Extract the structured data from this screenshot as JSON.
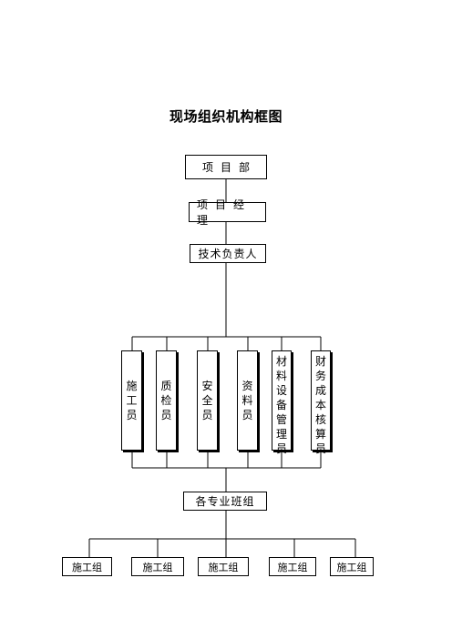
{
  "title": "现场组织机构框图",
  "nodes": {
    "project_dept": "项目部",
    "project_manager": "项目经理",
    "tech_lead": "技术负责人",
    "staff": [
      "施工员",
      "质检员",
      "安全员",
      "资料员",
      "材料设备管理员",
      "财务成本核算员"
    ],
    "teams_head": "各专业班组",
    "groups": [
      "施工组",
      "施工组",
      "施工组",
      "施工组",
      "施工组"
    ]
  }
}
